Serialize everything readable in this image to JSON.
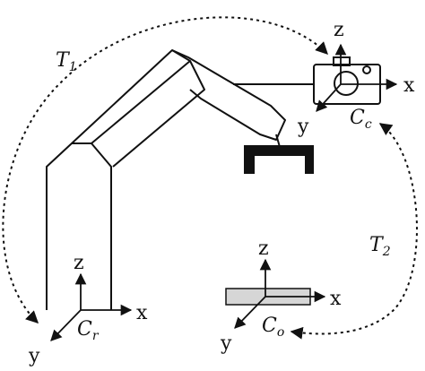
{
  "transforms": {
    "t1": {
      "main": "T",
      "sub": "1"
    },
    "t2": {
      "main": "T",
      "sub": "2"
    }
  },
  "frames": {
    "robot": {
      "name_main": "C",
      "name_sub": "r",
      "x": "x",
      "y": "y",
      "z": "z"
    },
    "camera": {
      "name_main": "C",
      "name_sub": "c",
      "x": "x",
      "y": "y",
      "z": "z"
    },
    "object": {
      "name_main": "C",
      "name_sub": "o",
      "x": "x",
      "y": "y",
      "z": "z"
    }
  }
}
